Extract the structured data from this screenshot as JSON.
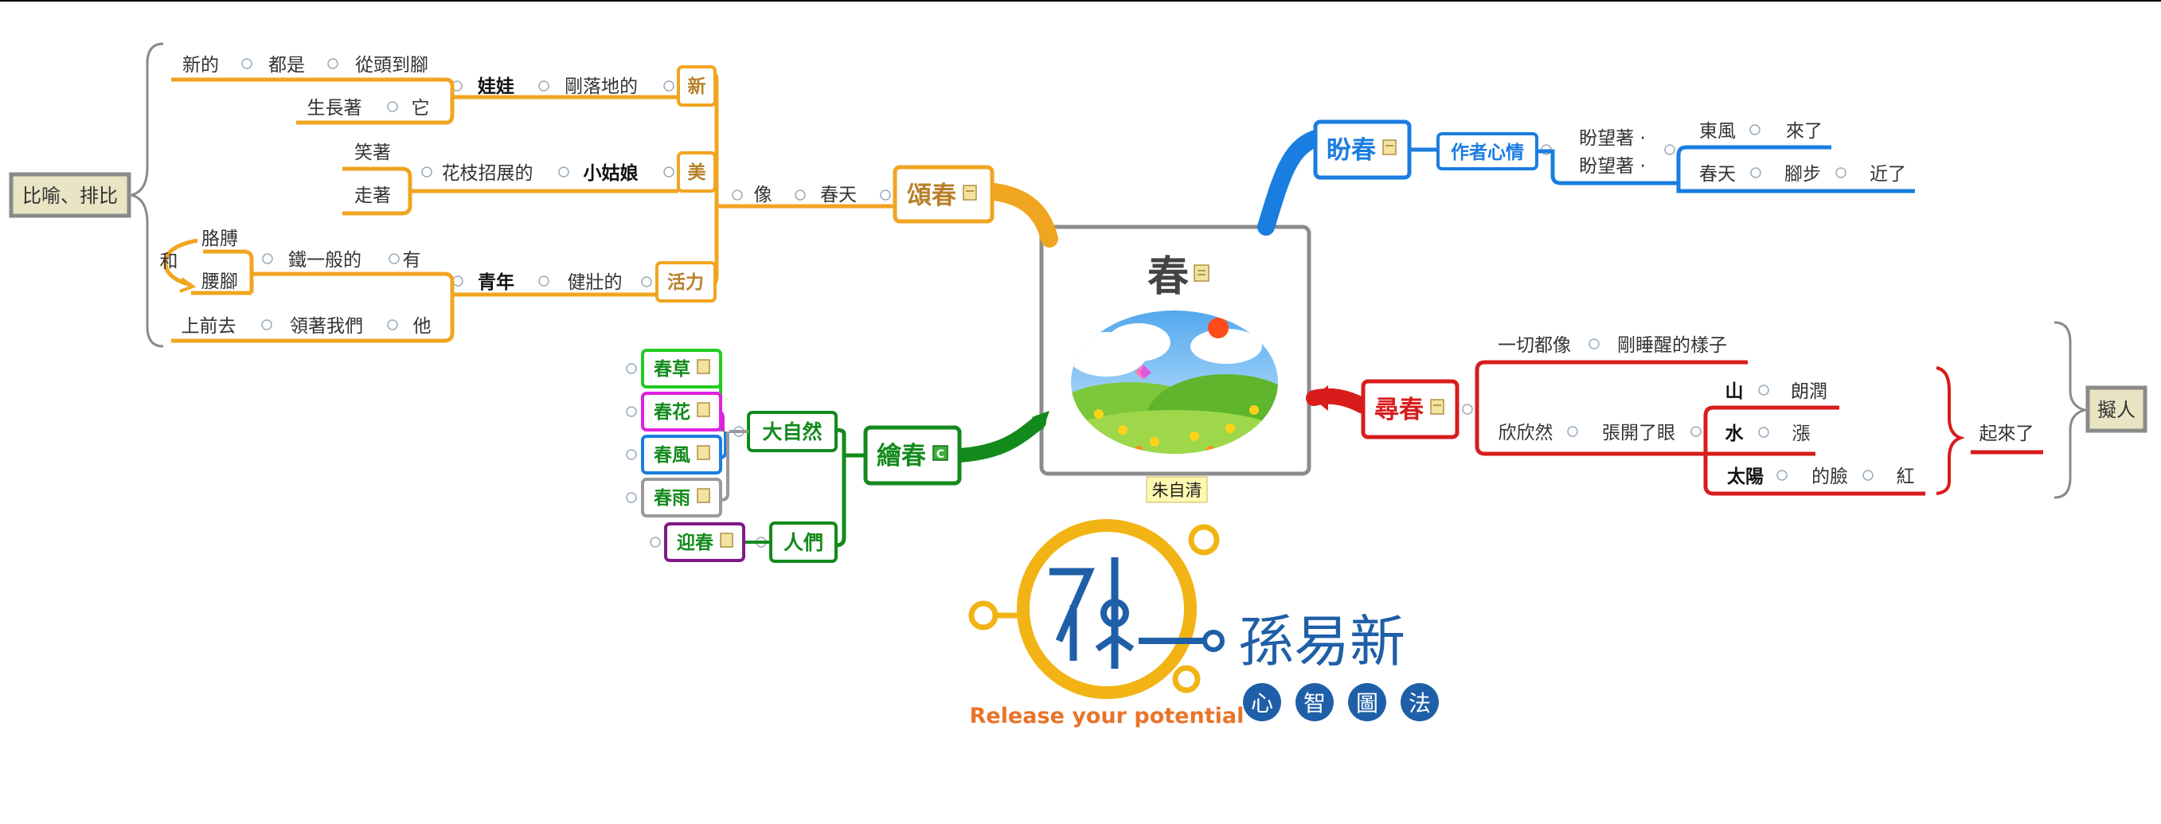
{
  "central": {
    "title": "春",
    "author": "朱自清"
  },
  "colors": {
    "orange": "#f0a520",
    "blue": "#1a7de0",
    "red": "#d81c1c",
    "green": "#138a1c",
    "gray": "#9a9a9a",
    "bright_green": "#22cc22",
    "magenta": "#e020e0",
    "purple": "#801a86",
    "logo_blue": "#1f5fa8",
    "logo_yellow": "#f2b414",
    "logo_orange": "#e8742a",
    "beige": "#e8e4c4"
  },
  "song_chun": {
    "label": "頌春",
    "xiang": "像",
    "chuntian": "春天",
    "xin": {
      "label": "新",
      "wawa": "娃娃",
      "gangluodide": "剛落地的",
      "line1": {
        "a": "新的",
        "b": "都是",
        "c": "從頭到腳"
      },
      "line2": {
        "a": "生長著",
        "b": "它"
      }
    },
    "mei": {
      "label": "美",
      "xiaoguniang": "小姑娘",
      "huazhi": "花枝招展的",
      "xiaozhe": "笑著",
      "zouzhe": "走著"
    },
    "huoli": {
      "label": "活力",
      "qingnian": "青年",
      "jianzhuang": "健壯的",
      "gebo": "胳膊",
      "he": "和",
      "yaojiao": "腰腳",
      "tieyiban": "鐵一般的",
      "you": "有",
      "shangqianqu": "上前去",
      "lingzhe": "領著我們",
      "ta": "他"
    },
    "side_label": "比喻、排比"
  },
  "pan_chun": {
    "label": "盼春",
    "xinqing": "作者心情",
    "panwang1": "盼望著 ·",
    "panwang2": "盼望著 ·",
    "dongfeng": "東風",
    "laile": "來了",
    "chuntian": "春天",
    "jiaobu": "腳步",
    "jinle": "近了"
  },
  "xun_chun": {
    "label": "尋春",
    "yiqie": "一切都像",
    "ganshuixing": "剛睡醒的樣子",
    "xinxinran": "欣欣然",
    "zhangkai": "張開了眼",
    "shan": "山",
    "langrun": "朗潤",
    "shui": "水",
    "zhang": "漲",
    "taiyang": "太陽",
    "delian": "的臉",
    "hong": "紅",
    "qilaile": "起來了",
    "side_label": "擬人"
  },
  "hui_chun": {
    "label": "繪春",
    "badge": "C",
    "daziran": "大自然",
    "renmen": "人們",
    "chuncao": "春草",
    "chunhua": "春花",
    "chunfeng": "春風",
    "chunyu": "春雨",
    "yingchun": "迎春"
  },
  "logo": {
    "brand": "孫易新",
    "tagline": "Release your potential",
    "chars": [
      "心",
      "智",
      "圖",
      "法"
    ]
  }
}
